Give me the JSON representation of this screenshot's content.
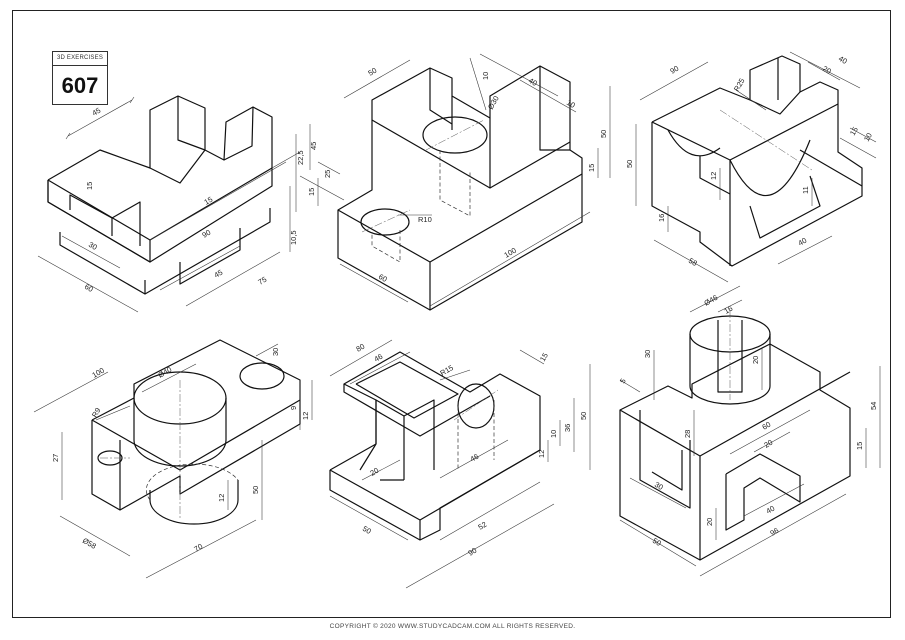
{
  "sheet": {
    "caption": "3D EXERCISES",
    "number": "607",
    "copyright": "COPYRIGHT © 2020 WWW.STUDYCADCAM.COM ALL RIGHTS RESERVED."
  },
  "parts": [
    {
      "id": "v-block",
      "dims": [
        "45",
        "22,5",
        "45",
        "15",
        "15",
        "90",
        "30",
        "10,5",
        "45",
        "75",
        "60"
      ]
    },
    {
      "id": "hole-block",
      "dims": [
        "50",
        "10",
        "40",
        "Ø30",
        "10",
        "50",
        "25",
        "15",
        "15",
        "R10",
        "60",
        "100"
      ]
    },
    {
      "id": "saddle-block",
      "dims": [
        "90",
        "40",
        "20",
        "R25",
        "50",
        "15",
        "10",
        "12",
        "11",
        "16",
        "58",
        "40"
      ]
    },
    {
      "id": "cylinder-block",
      "dims": [
        "100",
        "Ø40",
        "30",
        "R9",
        "27",
        "9",
        "12",
        "12",
        "50",
        "Ø58",
        "70"
      ]
    },
    {
      "id": "slot-block",
      "dims": [
        "80",
        "46",
        "R15",
        "15",
        "50",
        "10",
        "36",
        "12",
        "20",
        "46",
        "50",
        "52",
        "90"
      ]
    },
    {
      "id": "cap-block",
      "dims": [
        "Ø46",
        "16",
        "30",
        "5",
        "20",
        "28",
        "54",
        "60",
        "15",
        "30",
        "20",
        "40",
        "20",
        "96",
        "50"
      ]
    }
  ]
}
